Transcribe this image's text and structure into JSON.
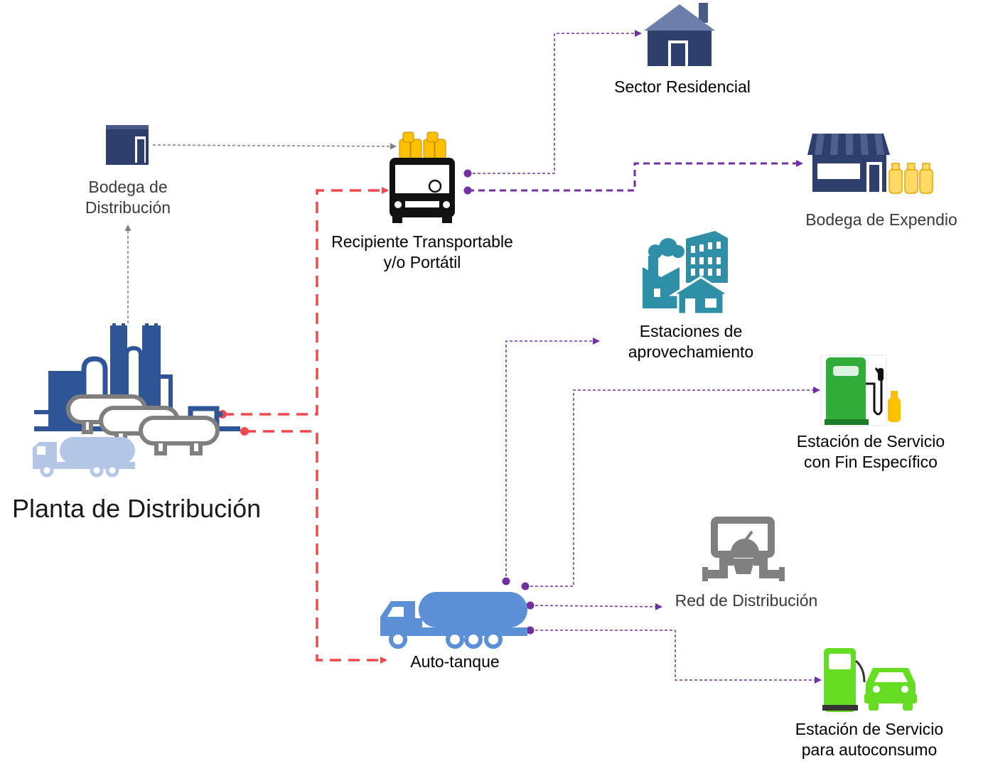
{
  "nodes": {
    "planta": {
      "label": "Planta de Distribución"
    },
    "bodega_distribucion": {
      "line1": "Bodega de",
      "line2": "Distribución"
    },
    "recipiente": {
      "line1": "Recipiente Transportable",
      "line2": "y/o Portátil"
    },
    "auto_tanque": {
      "label": "Auto-tanque"
    },
    "sector_residencial": {
      "label": "Sector Residencial"
    },
    "bodega_expendio": {
      "label": "Bodega de Expendio"
    },
    "estaciones_aprovechamiento": {
      "line1": "Estaciones de",
      "line2": "aprovechamiento"
    },
    "estacion_fin_especifico": {
      "line1": "Estación de Servicio",
      "line2": "con Fin Específico"
    },
    "red_distribucion": {
      "label": "Red de Distribución"
    },
    "estacion_autoconsumo": {
      "line1": "Estación de Servicio",
      "line2": "para autoconsumo"
    }
  },
  "colors": {
    "red_flow": "#f0484b",
    "purple_flow": "#7030a0",
    "gray_flow": "#7f7f7f",
    "navy": "#2e3f6e",
    "plant_blue": "#2f5597",
    "tank_blue": "#5b8fd6",
    "teal": "#2f8fa6",
    "green": "#2fac3a",
    "lime": "#66dd22",
    "yellow": "#ffc000",
    "gray_icon": "#808080"
  }
}
